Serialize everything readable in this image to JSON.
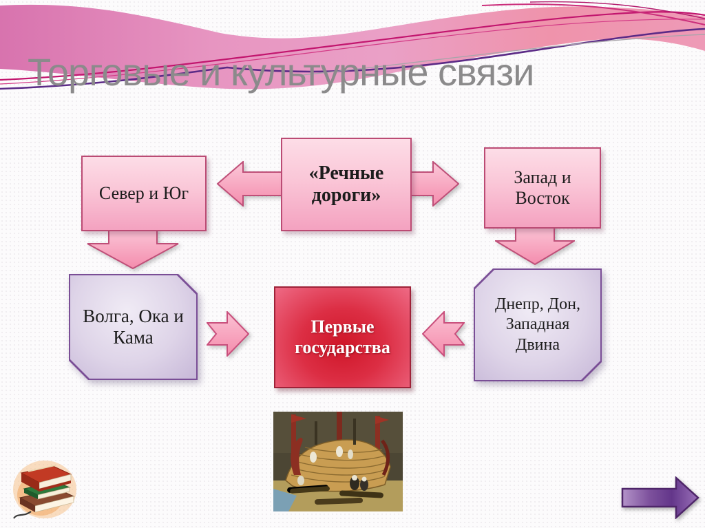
{
  "slide": {
    "title": "Торговые и культурные связи",
    "boxes": {
      "north_south": "Север и Юг",
      "river_roads": "«Речные дороги»",
      "west_east": "Запад и Восток",
      "volga_oka_kama": "Волга, Ока и Кама",
      "first_states": "Первые государства",
      "dnepr_don_dvina": "Днепр, Дон, Западная Двина"
    },
    "colors": {
      "title_text": "#8b8a8b",
      "pink_box_fill_top": "#fddde7",
      "pink_box_fill_bottom": "#f4a2c0",
      "pink_box_border": "#bb4b74",
      "lavender_box_fill": "#ded4e8",
      "lavender_box_border": "#7a4e96",
      "red_box_fill_center": "#cf1628",
      "red_box_border": "#9e2238",
      "red_box_text": "#ffffff",
      "nav_arrow_fill": "#7b4f9b",
      "nav_arrow_border": "#4e2569",
      "header_band_pink": "#e48cbc",
      "header_swoosh_magenta": "#c2156e",
      "header_swoosh_purple": "#5b2a86"
    }
  }
}
